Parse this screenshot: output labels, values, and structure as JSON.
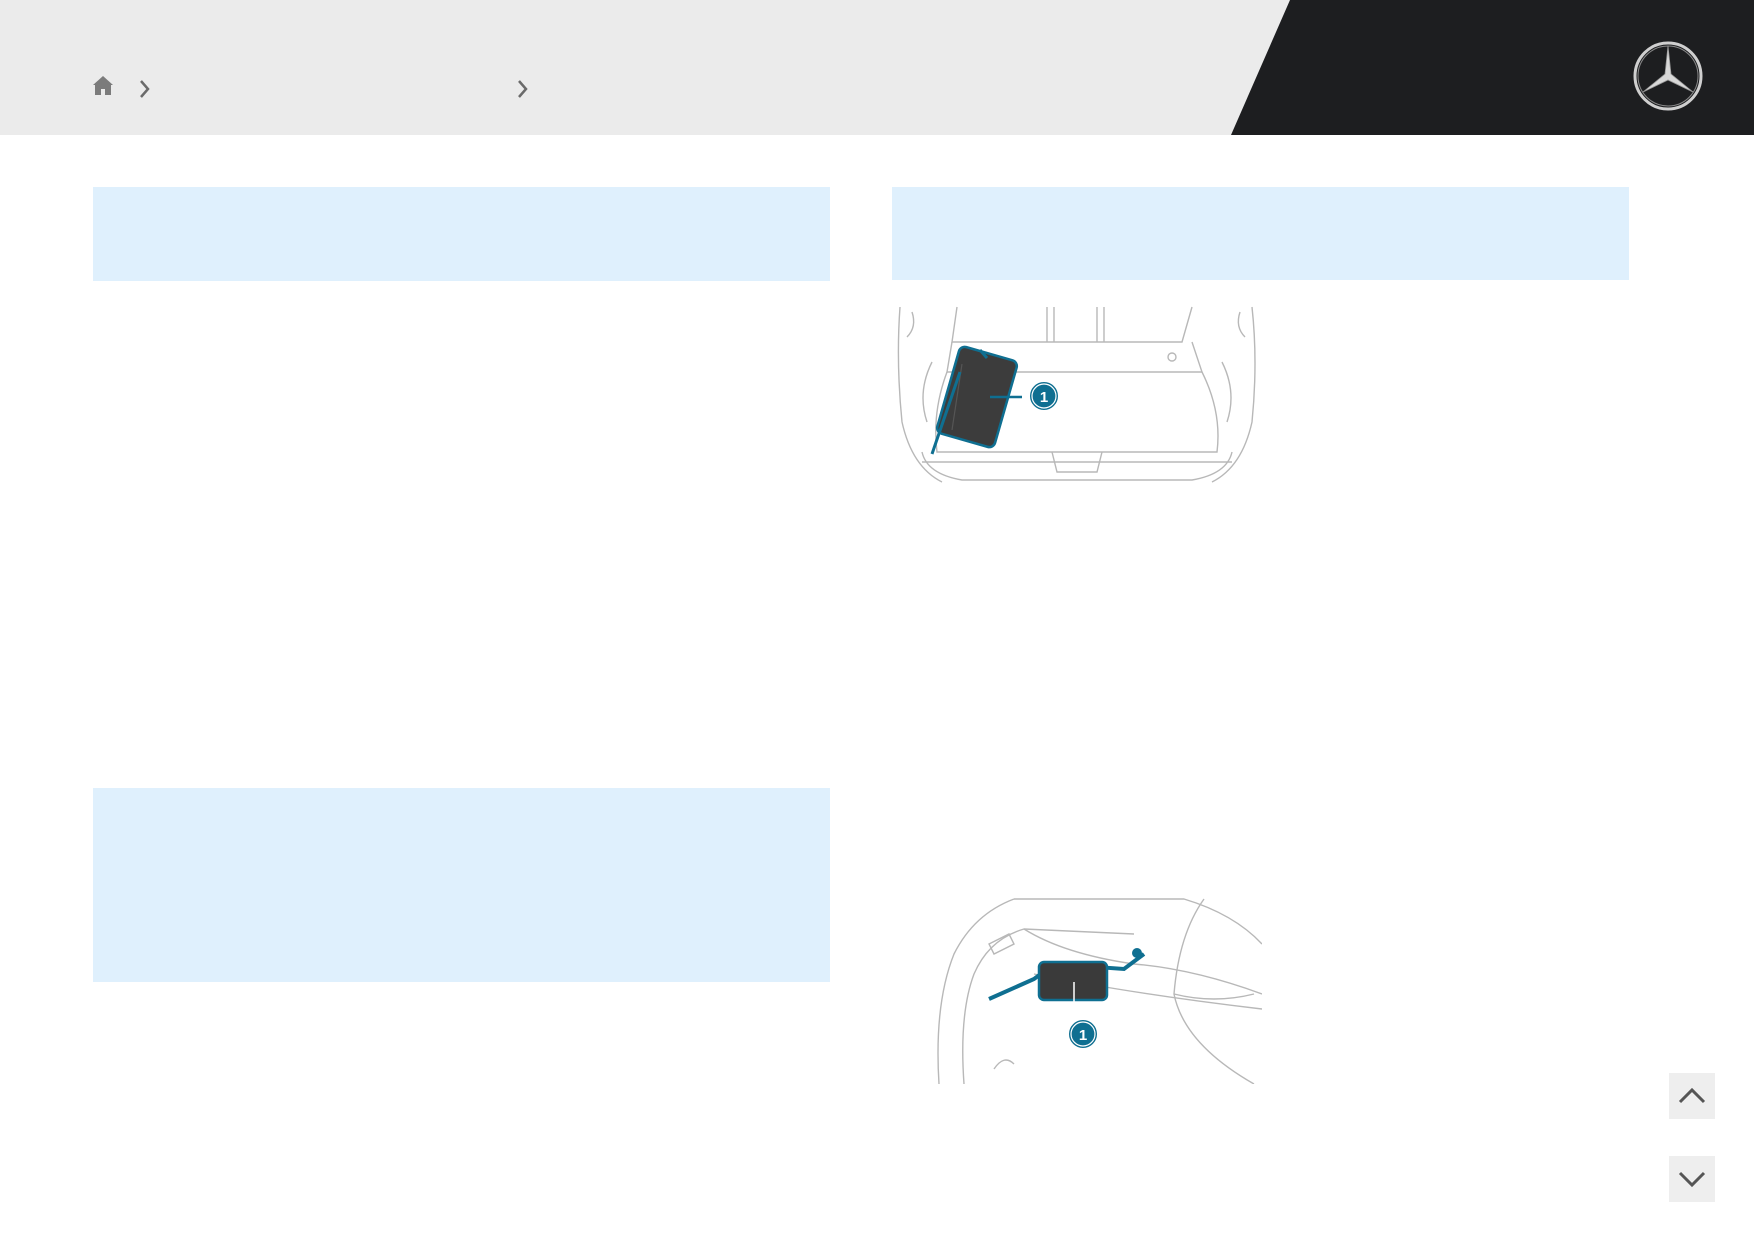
{
  "header": {
    "breadcrumb": {
      "home_icon": "home-icon",
      "separator_icon": "chevron-right-icon",
      "items": [
        "",
        ""
      ]
    },
    "logo_icon": "mercedes-star-logo"
  },
  "notes": [
    {
      "text": ""
    },
    {
      "text": ""
    },
    {
      "text": ""
    }
  ],
  "figures": [
    {
      "callouts": [
        "1"
      ]
    },
    {
      "callouts": [
        "1"
      ]
    }
  ],
  "nav": {
    "up_icon": "chevron-up-icon",
    "down_icon": "chevron-down-icon"
  },
  "colors": {
    "header_bg": "#ebebeb",
    "header_dark": "#1d1e20",
    "note_bg": "#dff0fd",
    "accent": "#0f6f91"
  }
}
